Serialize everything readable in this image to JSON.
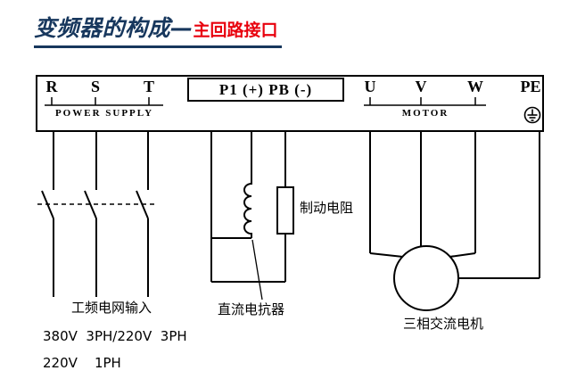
{
  "title": {
    "main": "变频器的构成—",
    "sub": "主回路接口"
  },
  "terminal_box": {
    "power_terminals": [
      "R",
      "S",
      "T"
    ],
    "power_group_label": "POWER SUPPLY",
    "dc_terminal_label": "P1 (+) PB (-)",
    "motor_terminals": [
      "U",
      "V",
      "W"
    ],
    "motor_group_label": "MOTOR",
    "ground_terminal": "PE"
  },
  "component_labels": {
    "braking_resistor": "制动电阻",
    "dc_reactor": "直流电抗器",
    "motor": "三相交流电机"
  },
  "input_labels": {
    "grid_input": "工频电网输入",
    "voltage_line1": "380V  3PH/220V  3PH",
    "voltage_line2": "220V    1PH"
  },
  "colors": {
    "title_main": "#17375D",
    "title_sub": "#E8000D",
    "line": "#000000"
  }
}
